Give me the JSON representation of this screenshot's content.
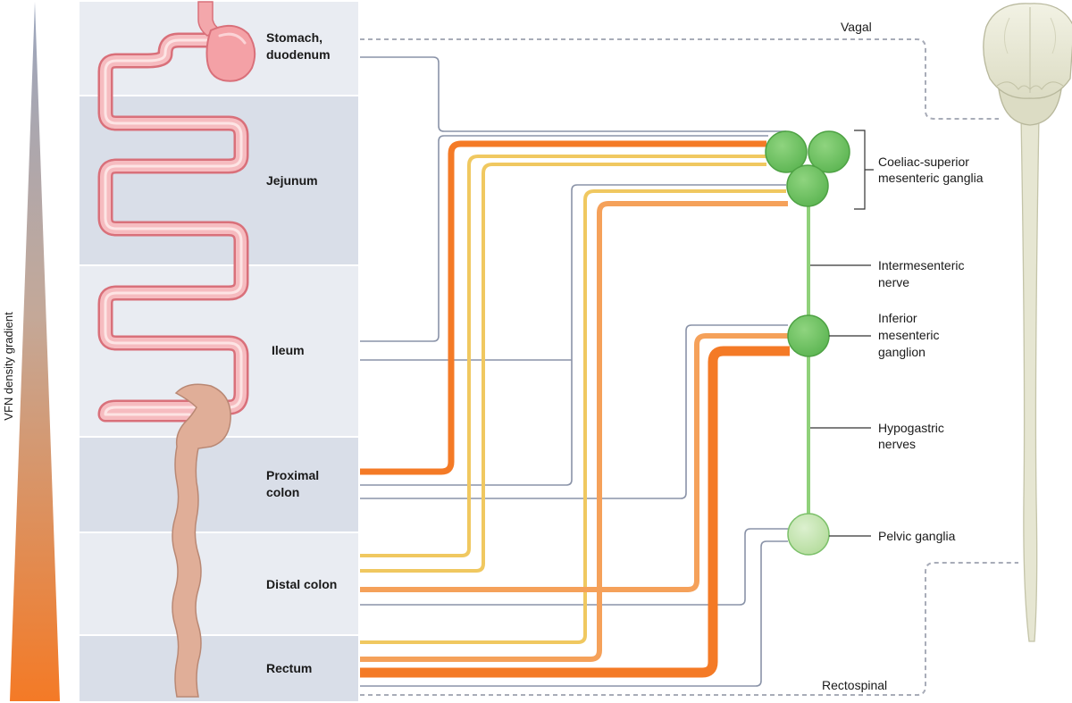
{
  "gradient_label": "VFN density gradient",
  "regions": [
    {
      "id": "stomach",
      "label_lines": [
        "Stomach,",
        "duodenum"
      ]
    },
    {
      "id": "jejunum",
      "label_lines": [
        "Jejunum"
      ]
    },
    {
      "id": "ileum",
      "label_lines": [
        "Ileum"
      ]
    },
    {
      "id": "proximal-colon",
      "label_lines": [
        "Proximal",
        "colon"
      ]
    },
    {
      "id": "distal-colon",
      "label_lines": [
        "Distal colon"
      ]
    },
    {
      "id": "rectum",
      "label_lines": [
        "Rectum"
      ]
    }
  ],
  "ganglia": {
    "coeliac": [
      "Coeliac-superior",
      "mesenteric ganglia"
    ],
    "intermesenteric": [
      "Intermesenteric",
      "nerve"
    ],
    "inferior": [
      "Inferior",
      "mesenteric",
      "ganglion"
    ],
    "hypogastric": [
      "Hypogastric",
      "nerves"
    ],
    "pelvic": [
      "Pelvic ganglia"
    ]
  },
  "pathways": {
    "vagal": "Vagal",
    "rectospinal": "Rectospinal"
  },
  "colors": {
    "orange_dark": "#f47a26",
    "orange_light": "#f5a15a",
    "yellow": "#f0c860",
    "gray_line": "#8a93a8",
    "ganglion_green": "#6cc064",
    "nerve_green": "#8fd17a",
    "pelvic_green": "#c2e5ae",
    "panel_light": "#e8ebf2",
    "panel_dark": "#d8dde7",
    "spine": "#e6e6d4"
  }
}
